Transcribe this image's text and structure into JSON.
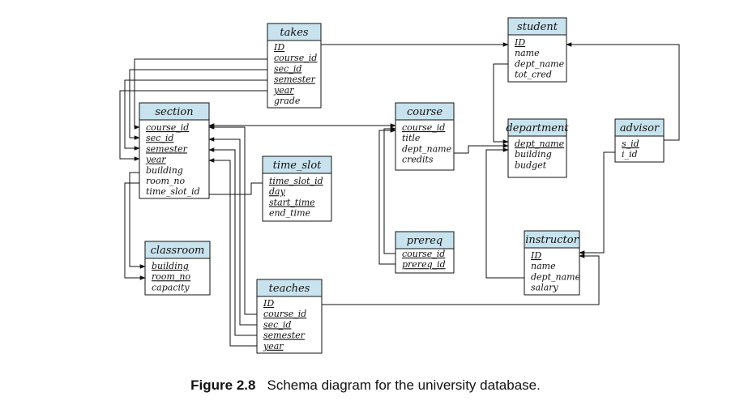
{
  "tables": [
    {
      "name": "takes",
      "attributes": [
        {
          "text": "ID",
          "pk": true
        },
        {
          "text": "course_id",
          "pk": true
        },
        {
          "text": "sec_id",
          "pk": true
        },
        {
          "text": "semester",
          "pk": true
        },
        {
          "text": "year",
          "pk": true
        },
        {
          "text": "grade",
          "pk": false
        }
      ]
    },
    {
      "name": "student",
      "attributes": [
        {
          "text": "ID",
          "pk": true
        },
        {
          "text": "name",
          "pk": false
        },
        {
          "text": "dept_name",
          "pk": false
        },
        {
          "text": "tot_cred",
          "pk": false
        }
      ]
    },
    {
      "name": "section",
      "attributes": [
        {
          "text": "course_id",
          "pk": true
        },
        {
          "text": "sec_id",
          "pk": true
        },
        {
          "text": "semester",
          "pk": true
        },
        {
          "text": "year",
          "pk": true
        },
        {
          "text": "building",
          "pk": false
        },
        {
          "text": "room_no",
          "pk": false
        },
        {
          "text": "time_slot_id",
          "pk": false
        }
      ]
    },
    {
      "name": "course",
      "attributes": [
        {
          "text": "course_id",
          "pk": true
        },
        {
          "text": "title",
          "pk": false
        },
        {
          "text": "dept_name",
          "pk": false
        },
        {
          "text": "credits",
          "pk": false
        }
      ]
    },
    {
      "name": "department",
      "attributes": [
        {
          "text": "dept_name",
          "pk": true
        },
        {
          "text": "building",
          "pk": false
        },
        {
          "text": "budget",
          "pk": false
        }
      ]
    },
    {
      "name": "advisor",
      "attributes": [
        {
          "text": "s_id",
          "pk": true
        },
        {
          "text": "i_id",
          "pk": false
        }
      ]
    },
    {
      "name": "time_slot",
      "attributes": [
        {
          "text": "time_slot_id",
          "pk": true
        },
        {
          "text": "day",
          "pk": true
        },
        {
          "text": "start_time",
          "pk": true
        },
        {
          "text": "end_time",
          "pk": false
        }
      ]
    },
    {
      "name": "classroom",
      "attributes": [
        {
          "text": "building",
          "pk": true
        },
        {
          "text": "room_no",
          "pk": true
        },
        {
          "text": "capacity",
          "pk": false
        }
      ]
    },
    {
      "name": "prereq",
      "attributes": [
        {
          "text": "course_id",
          "pk": true
        },
        {
          "text": "prereq_id",
          "pk": true
        }
      ]
    },
    {
      "name": "instructor",
      "attributes": [
        {
          "text": "ID",
          "pk": true
        },
        {
          "text": "name",
          "pk": false
        },
        {
          "text": "dept_name",
          "pk": false
        },
        {
          "text": "salary",
          "pk": false
        }
      ]
    },
    {
      "name": "teaches",
      "attributes": [
        {
          "text": "ID",
          "pk": true
        },
        {
          "text": "course_id",
          "pk": true
        },
        {
          "text": "sec_id",
          "pk": true
        },
        {
          "text": "semester",
          "pk": true
        },
        {
          "text": "year",
          "pk": true
        }
      ]
    }
  ],
  "caption": {
    "label": "Figure 2.8",
    "text": "Schema diagram for the university database."
  },
  "colors": {
    "header_fill": "#c8e3ee",
    "line": "#111111"
  }
}
